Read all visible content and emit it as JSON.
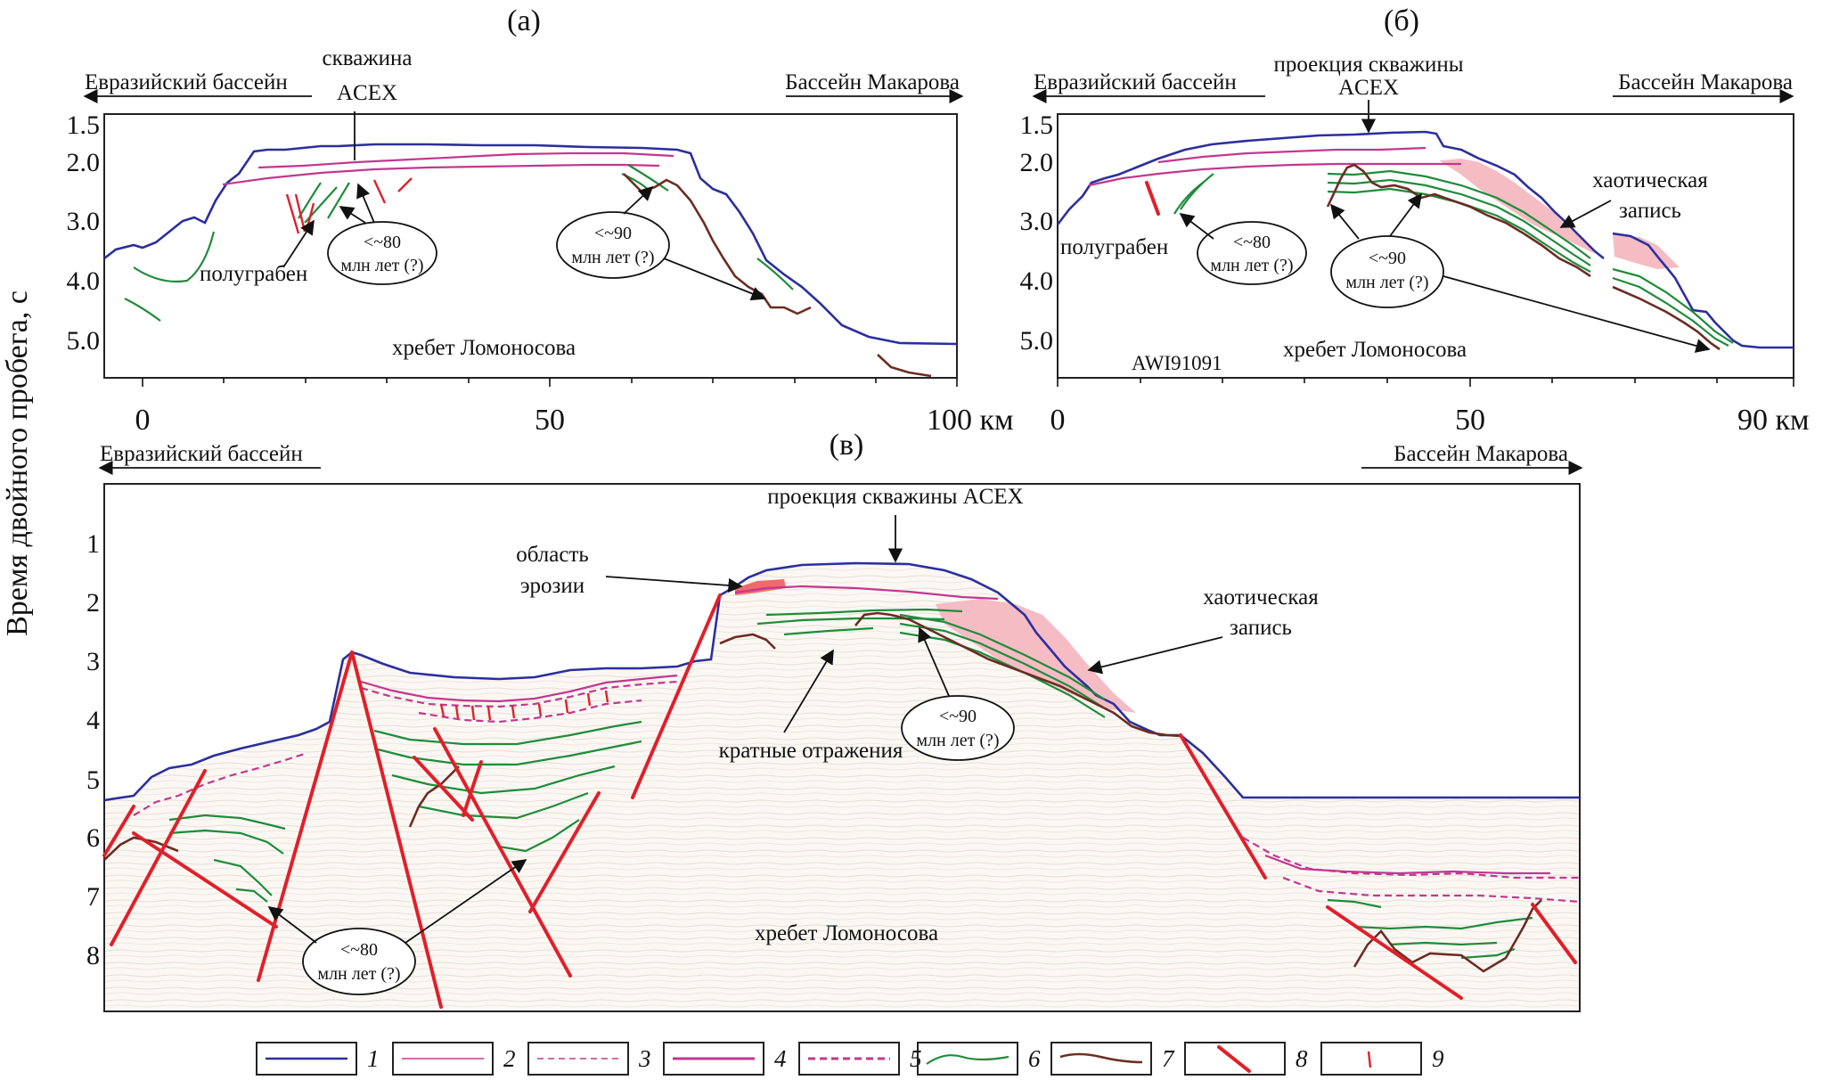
{
  "colors": {
    "seafloor": "#2b2f9e",
    "magenta": "#c2388f",
    "green": "#1e8c3a",
    "brown": "#6b2d22",
    "fault": "#e0202a",
    "chaotic_fill": "#f5bcc4"
  },
  "common": {
    "y_axis_label": "Время двойного пробега, с"
  },
  "panel_a": {
    "title": "(а)",
    "left_direction": "Евразийский бассейн",
    "right_direction": "Бассейн Макарова",
    "well_label_1": "скважина",
    "well_label_2": "ACEX",
    "y_ticks": [
      "1.5",
      "2.0",
      "3.0",
      "4.0",
      "5.0"
    ],
    "x_ticks": [
      "0",
      "50",
      "100 км"
    ],
    "halfgraben_label": "полуграбен",
    "age1_line1": "<~80",
    "age1_line2": "млн лет (?)",
    "age2_line1": "<~90",
    "age2_line2": "млн лет (?)",
    "ridge_label": "хребет Ломоносова"
  },
  "panel_b": {
    "title": "(б)",
    "left_direction": "Евразийский бассейн",
    "right_direction": "Бассейн Макарова",
    "well_label_1": "проекция скважины",
    "well_label_2": "ACEX",
    "y_ticks": [
      "1.5",
      "2.0",
      "3.0",
      "4.0",
      "5.0"
    ],
    "x_ticks": [
      "0",
      "50",
      "90 км"
    ],
    "halfgraben_label": "полуграбен",
    "age1_line1": "<~80",
    "age1_line2": "млн лет (?)",
    "age2_line1": "<~90",
    "age2_line2": "млн лет (?)",
    "chaotic_line1": "хаотическая",
    "chaotic_line2": "запись",
    "profile_id": "AWI91091",
    "ridge_label": "хребет Ломоносова"
  },
  "panel_c": {
    "title": "(в)",
    "left_direction": "Евразийский бассейн",
    "right_direction": "Бассейн Макарова",
    "well_label": "проекция скважины ACEX",
    "y_ticks": [
      "1",
      "2",
      "3",
      "4",
      "5",
      "6",
      "7",
      "8"
    ],
    "erosion_line1": "область",
    "erosion_line2": "эрозии",
    "chaotic_line1": "хаотическая",
    "chaotic_line2": "запись",
    "multiples_label": "кратные отражения",
    "age90_line1": "<~90",
    "age90_line2": "млн лет (?)",
    "age80_line1": "<~80",
    "age80_line2": "млн лет (?)",
    "ridge_label": "хребет Ломоносова"
  },
  "legend": [
    {
      "number": "1",
      "style": "seafloor"
    },
    {
      "number": "2",
      "style": "magenta-thin"
    },
    {
      "number": "3",
      "style": "magenta-thin-dashed"
    },
    {
      "number": "4",
      "style": "magenta-thick"
    },
    {
      "number": "5",
      "style": "magenta-thick-dashed"
    },
    {
      "number": "6",
      "style": "green"
    },
    {
      "number": "7",
      "style": "brown"
    },
    {
      "number": "8",
      "style": "fault-red"
    },
    {
      "number": "9",
      "style": "small-fault-red"
    }
  ]
}
